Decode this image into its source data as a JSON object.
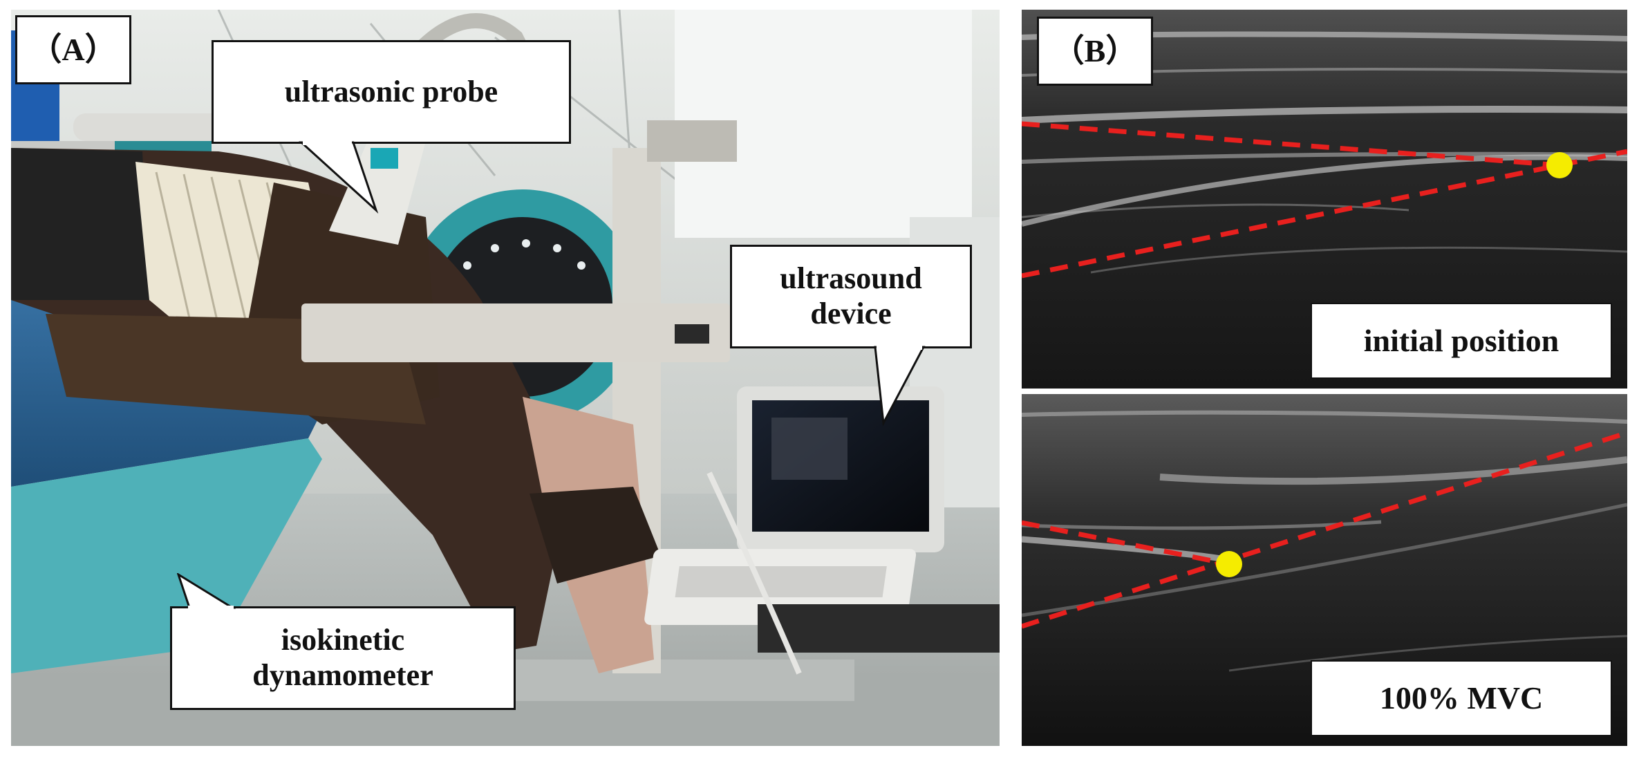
{
  "panel_a": {
    "letter": "（A）",
    "callouts": {
      "probe": "ultrasonic probe",
      "device_line1": "ultrasound",
      "device_line2": "device",
      "dyn_line1": "isokinetic",
      "dyn_line2": "dynamometer"
    }
  },
  "panel_b": {
    "letter": "（B）",
    "top_label": "initial position",
    "bottom_label": "100% MVC"
  },
  "colors": {
    "dashed_line": "#e8201e",
    "marker": "#f5ec00"
  }
}
